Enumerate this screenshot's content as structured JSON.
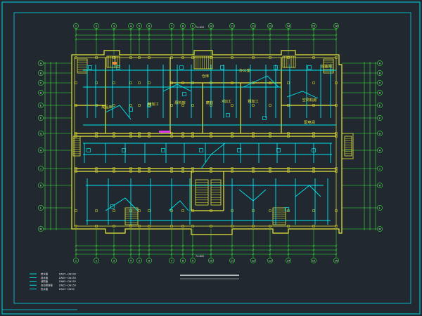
{
  "colors": {
    "background": "#212830",
    "frame": "#00d8e8",
    "wall": "#e8e838",
    "pipe": "#00e8f0",
    "dim": "#38e838",
    "text": "#e8e8e8",
    "room_text": "#e8e838",
    "accent": "#d838e8",
    "orange": "#e89038"
  },
  "rooms": [
    {
      "key": "r1",
      "text": "成品库"
    },
    {
      "key": "r2",
      "text": "精加工"
    },
    {
      "key": "r3",
      "text": "原料库"
    },
    {
      "key": "r4",
      "text": "磨料"
    },
    {
      "key": "r5",
      "text": "X加工"
    },
    {
      "key": "r6",
      "text": "粗加工"
    },
    {
      "key": "r7",
      "text": "仓库"
    },
    {
      "key": "r8",
      "text": "办公室"
    },
    {
      "key": "r9",
      "text": "空调机房"
    },
    {
      "key": "r10",
      "text": "配电间"
    },
    {
      "key": "r11",
      "text": "设备间"
    }
  ],
  "axis_top": [
    "1",
    "2",
    "3",
    "4",
    "5",
    "6",
    "7",
    "8",
    "9",
    "10",
    "11",
    "12",
    "13",
    "14",
    "15",
    "16"
  ],
  "axis_left": [
    "A",
    "B",
    "C",
    "D",
    "E",
    "F",
    "G",
    "H",
    "J",
    "K",
    "L",
    "M"
  ],
  "dim_top_total": "74.800",
  "dim_bottom_total": "74.800",
  "legend": [
    {
      "sym": "给水管",
      "desc": "DN15~DN100"
    },
    {
      "sym": "排水管",
      "desc": "DN50~DN150"
    },
    {
      "sym": "消防管",
      "desc": "DN65~DN150"
    },
    {
      "sym": "自动喷淋管",
      "desc": "DN25~DN150"
    },
    {
      "sym": "热水管",
      "desc": "DN15~DN50"
    }
  ],
  "title_block": ""
}
